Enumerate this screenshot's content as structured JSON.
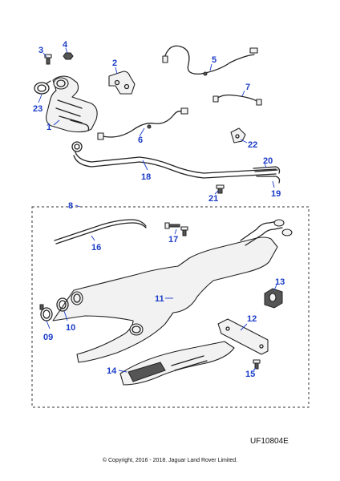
{
  "diagram": {
    "reference_code": "UF10804E",
    "copyright": "© Copyright, 2016 - 2018. Jaguar Land Rover Limited.",
    "callouts": {
      "c1": "1",
      "c2": "2",
      "c3": "3",
      "c4": "4",
      "c5": "5",
      "c6": "6",
      "c7": "7",
      "c8": "8",
      "c09": "09",
      "c10": "10",
      "c11": "11",
      "c12": "12",
      "c13": "13",
      "c14": "14",
      "c15": "15",
      "c16": "16",
      "c17": "17",
      "c18": "18",
      "c19": "19",
      "c20": "20",
      "c21": "21",
      "c22": "22",
      "c23": "23"
    }
  }
}
